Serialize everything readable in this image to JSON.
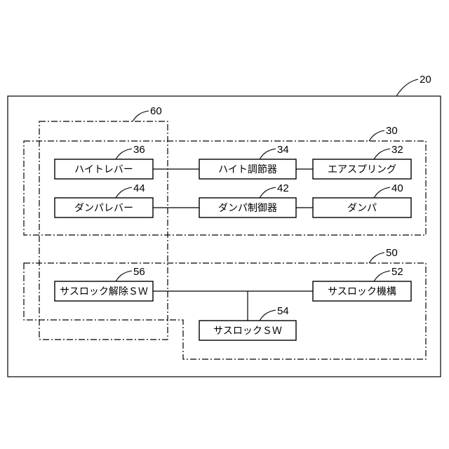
{
  "diagram": {
    "refs": {
      "system": "20",
      "group_air": "30",
      "group_lock": "50",
      "group_operation": "60"
    },
    "boxes": {
      "height_lever": {
        "label": "ハイトレバー",
        "ref": "36"
      },
      "height_adjuster": {
        "label": "ハイト調節器",
        "ref": "34"
      },
      "air_spring": {
        "label": "エアスプリング",
        "ref": "32"
      },
      "damper_lever": {
        "label": "ダンパレバー",
        "ref": "44"
      },
      "damper_controller": {
        "label": "ダンパ制御器",
        "ref": "42"
      },
      "damper": {
        "label": "ダンパ",
        "ref": "40"
      },
      "sus_lock_release_sw": {
        "label": "サスロック解除ＳＷ",
        "ref": "56"
      },
      "sus_lock_mechanism": {
        "label": "サスロック機構",
        "ref": "52"
      },
      "sus_lock_sw": {
        "label": "サスロックＳＷ",
        "ref": "54"
      }
    }
  }
}
